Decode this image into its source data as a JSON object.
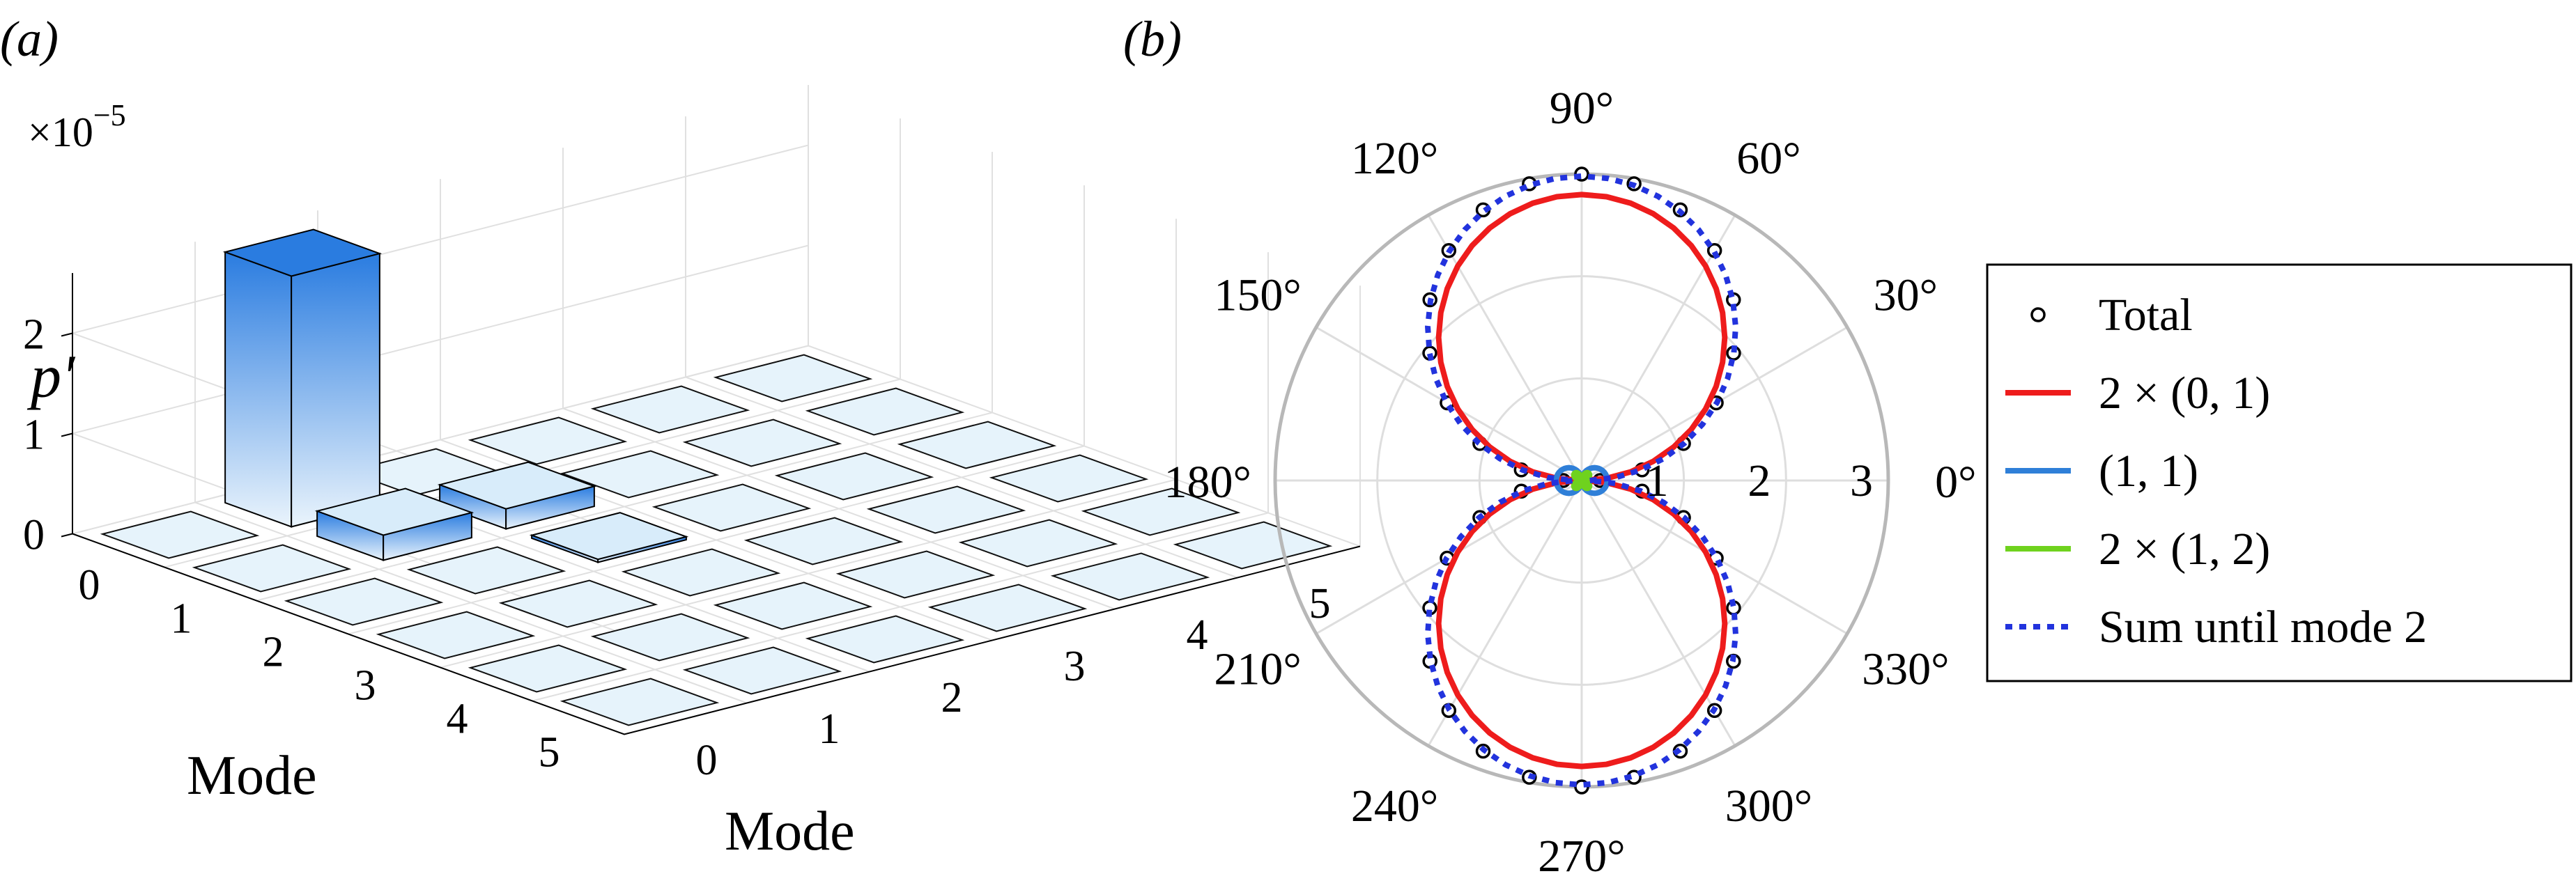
{
  "panel_a": {
    "label": "(a)",
    "multiplier": "×10",
    "multiplier_exp": "−5",
    "zlabel": "p",
    "zlabel_prime": "′",
    "xlabel": "Mode",
    "ylabel": "Mode",
    "colors": {
      "bar_top": "#2a7ce0",
      "bar_bottom": "#eaf4fc",
      "edge": "#000000",
      "grid": "#e0e0e0"
    }
  },
  "panel_b": {
    "label": "(b)"
  },
  "chart_data": [
    {
      "type": "bar3d",
      "title": "",
      "zlabel": "p′",
      "xlabel": "Mode",
      "ylabel": "Mode",
      "z_scale": "×10^−5",
      "zticks": [
        "0",
        "1",
        "2"
      ],
      "zlim": [
        0,
        2.6
      ],
      "x_modes": [
        0,
        1,
        2,
        3,
        4,
        5
      ],
      "y_modes": [
        0,
        1,
        2,
        3,
        4,
        5
      ],
      "x_tick_labels": [
        "0",
        "1",
        "2",
        "3",
        "4",
        "5"
      ],
      "y_tick_labels": [
        "0",
        "1",
        "2",
        "3",
        "4",
        "5"
      ],
      "bars": [
        {
          "m": 0,
          "n": 0,
          "value": 0
        },
        {
          "m": 0,
          "n": 1,
          "value": 2.5
        },
        {
          "m": 1,
          "n": 1,
          "value": 0.25
        },
        {
          "m": 1,
          "n": 2,
          "value": 0.2
        },
        {
          "m": 2,
          "n": 2,
          "value": 0.03
        }
      ]
    },
    {
      "type": "polar",
      "theta_ticks": [
        "0°",
        "30°",
        "60°",
        "90°",
        "120°",
        "150°",
        "180°",
        "210°",
        "240°",
        "270°",
        "300°",
        "330°"
      ],
      "r_ticks": [
        "1",
        "2",
        "3"
      ],
      "rlim": [
        0,
        3
      ],
      "legend_position": "right",
      "series": [
        {
          "name": "Total",
          "style": "markers",
          "color": "#000000",
          "theta": [
            0,
            10,
            20,
            30,
            40,
            50,
            60,
            70,
            80,
            90,
            100,
            110,
            120,
            130,
            140,
            150,
            160,
            170,
            180,
            190,
            200,
            210,
            220,
            230,
            240,
            250,
            260,
            270,
            280,
            290,
            300,
            310,
            320,
            330,
            340,
            350
          ],
          "r": [
            0.18,
            0.6,
            1.06,
            1.52,
            1.94,
            2.31,
            2.6,
            2.82,
            2.95,
            3.0,
            2.95,
            2.82,
            2.6,
            2.31,
            1.94,
            1.52,
            1.06,
            0.6,
            0.18,
            0.6,
            1.06,
            1.52,
            1.94,
            2.31,
            2.6,
            2.82,
            2.95,
            3.0,
            2.95,
            2.82,
            2.6,
            2.31,
            1.94,
            1.52,
            1.06,
            0.6
          ]
        },
        {
          "name": "2 × (0, 1)",
          "style": "line",
          "color": "#ee1c1c",
          "amplitude": 2.8,
          "shape": "|sin θ|"
        },
        {
          "name": "(1, 1)",
          "style": "line",
          "color": "#2f7fd8",
          "amplitude": 0.25,
          "shape": "|cos θ|"
        },
        {
          "name": "2 × (1, 2)",
          "style": "line",
          "color": "#6fd21e",
          "amplitude": 0.1,
          "shape": "|sin 2θ|"
        },
        {
          "name": "Sum until mode 2",
          "style": "dotted",
          "color": "#2233dd",
          "amplitude": 2.9,
          "shape": "sum"
        }
      ]
    }
  ]
}
